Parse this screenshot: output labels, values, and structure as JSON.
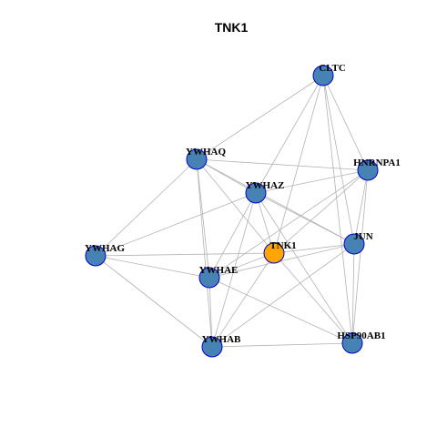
{
  "title": "TNK1",
  "colors": {
    "node_fill": "#4682B4",
    "focus_fill": "#FFA500",
    "node_stroke": "#0000CD",
    "edge": "#b3b3b3"
  },
  "graph": {
    "focus": "TNK1",
    "nodes": [
      {
        "id": "CLTC",
        "label": "CLTC"
      },
      {
        "id": "YWHAQ",
        "label": "YWHAQ"
      },
      {
        "id": "HNRNPA1",
        "label": "HNRNPA1"
      },
      {
        "id": "YWHAZ",
        "label": "YWHAZ"
      },
      {
        "id": "YWHAG",
        "label": "YWHAG"
      },
      {
        "id": "TNK1",
        "label": "TNK1"
      },
      {
        "id": "JUN",
        "label": "JUN"
      },
      {
        "id": "YWHAE",
        "label": "YWHAE"
      },
      {
        "id": "YWHAB",
        "label": "YWHAB"
      },
      {
        "id": "HSP90AB1",
        "label": "HSP90AB1"
      }
    ],
    "edges": [
      [
        "CLTC",
        "YWHAQ"
      ],
      [
        "CLTC",
        "YWHAZ"
      ],
      [
        "CLTC",
        "TNK1"
      ],
      [
        "CLTC",
        "JUN"
      ],
      [
        "CLTC",
        "HNRNPA1"
      ],
      [
        "CLTC",
        "HSP90AB1"
      ],
      [
        "YWHAQ",
        "HNRNPA1"
      ],
      [
        "YWHAQ",
        "YWHAZ"
      ],
      [
        "YWHAQ",
        "YWHAG"
      ],
      [
        "YWHAQ",
        "YWHAE"
      ],
      [
        "YWHAQ",
        "YWHAB"
      ],
      [
        "YWHAQ",
        "TNK1"
      ],
      [
        "YWHAQ",
        "JUN"
      ],
      [
        "YWHAZ",
        "HNRNPA1"
      ],
      [
        "YWHAZ",
        "YWHAG"
      ],
      [
        "YWHAZ",
        "YWHAE"
      ],
      [
        "YWHAZ",
        "YWHAB"
      ],
      [
        "YWHAZ",
        "JUN"
      ],
      [
        "YWHAZ",
        "TNK1"
      ],
      [
        "YWHAZ",
        "HSP90AB1"
      ],
      [
        "HNRNPA1",
        "JUN"
      ],
      [
        "HNRNPA1",
        "TNK1"
      ],
      [
        "HNRNPA1",
        "YWHAE"
      ],
      [
        "HNRNPA1",
        "HSP90AB1"
      ],
      [
        "YWHAG",
        "TNK1"
      ],
      [
        "YWHAG",
        "YWHAE"
      ],
      [
        "YWHAG",
        "YWHAB"
      ],
      [
        "TNK1",
        "JUN"
      ],
      [
        "TNK1",
        "YWHAE"
      ],
      [
        "TNK1",
        "YWHAB"
      ],
      [
        "TNK1",
        "HSP90AB1"
      ],
      [
        "JUN",
        "YWHAE"
      ],
      [
        "JUN",
        "YWHAB"
      ],
      [
        "JUN",
        "HSP90AB1"
      ],
      [
        "YWHAE",
        "YWHAB"
      ],
      [
        "YWHAE",
        "HSP90AB1"
      ],
      [
        "YWHAB",
        "HSP90AB1"
      ]
    ]
  }
}
